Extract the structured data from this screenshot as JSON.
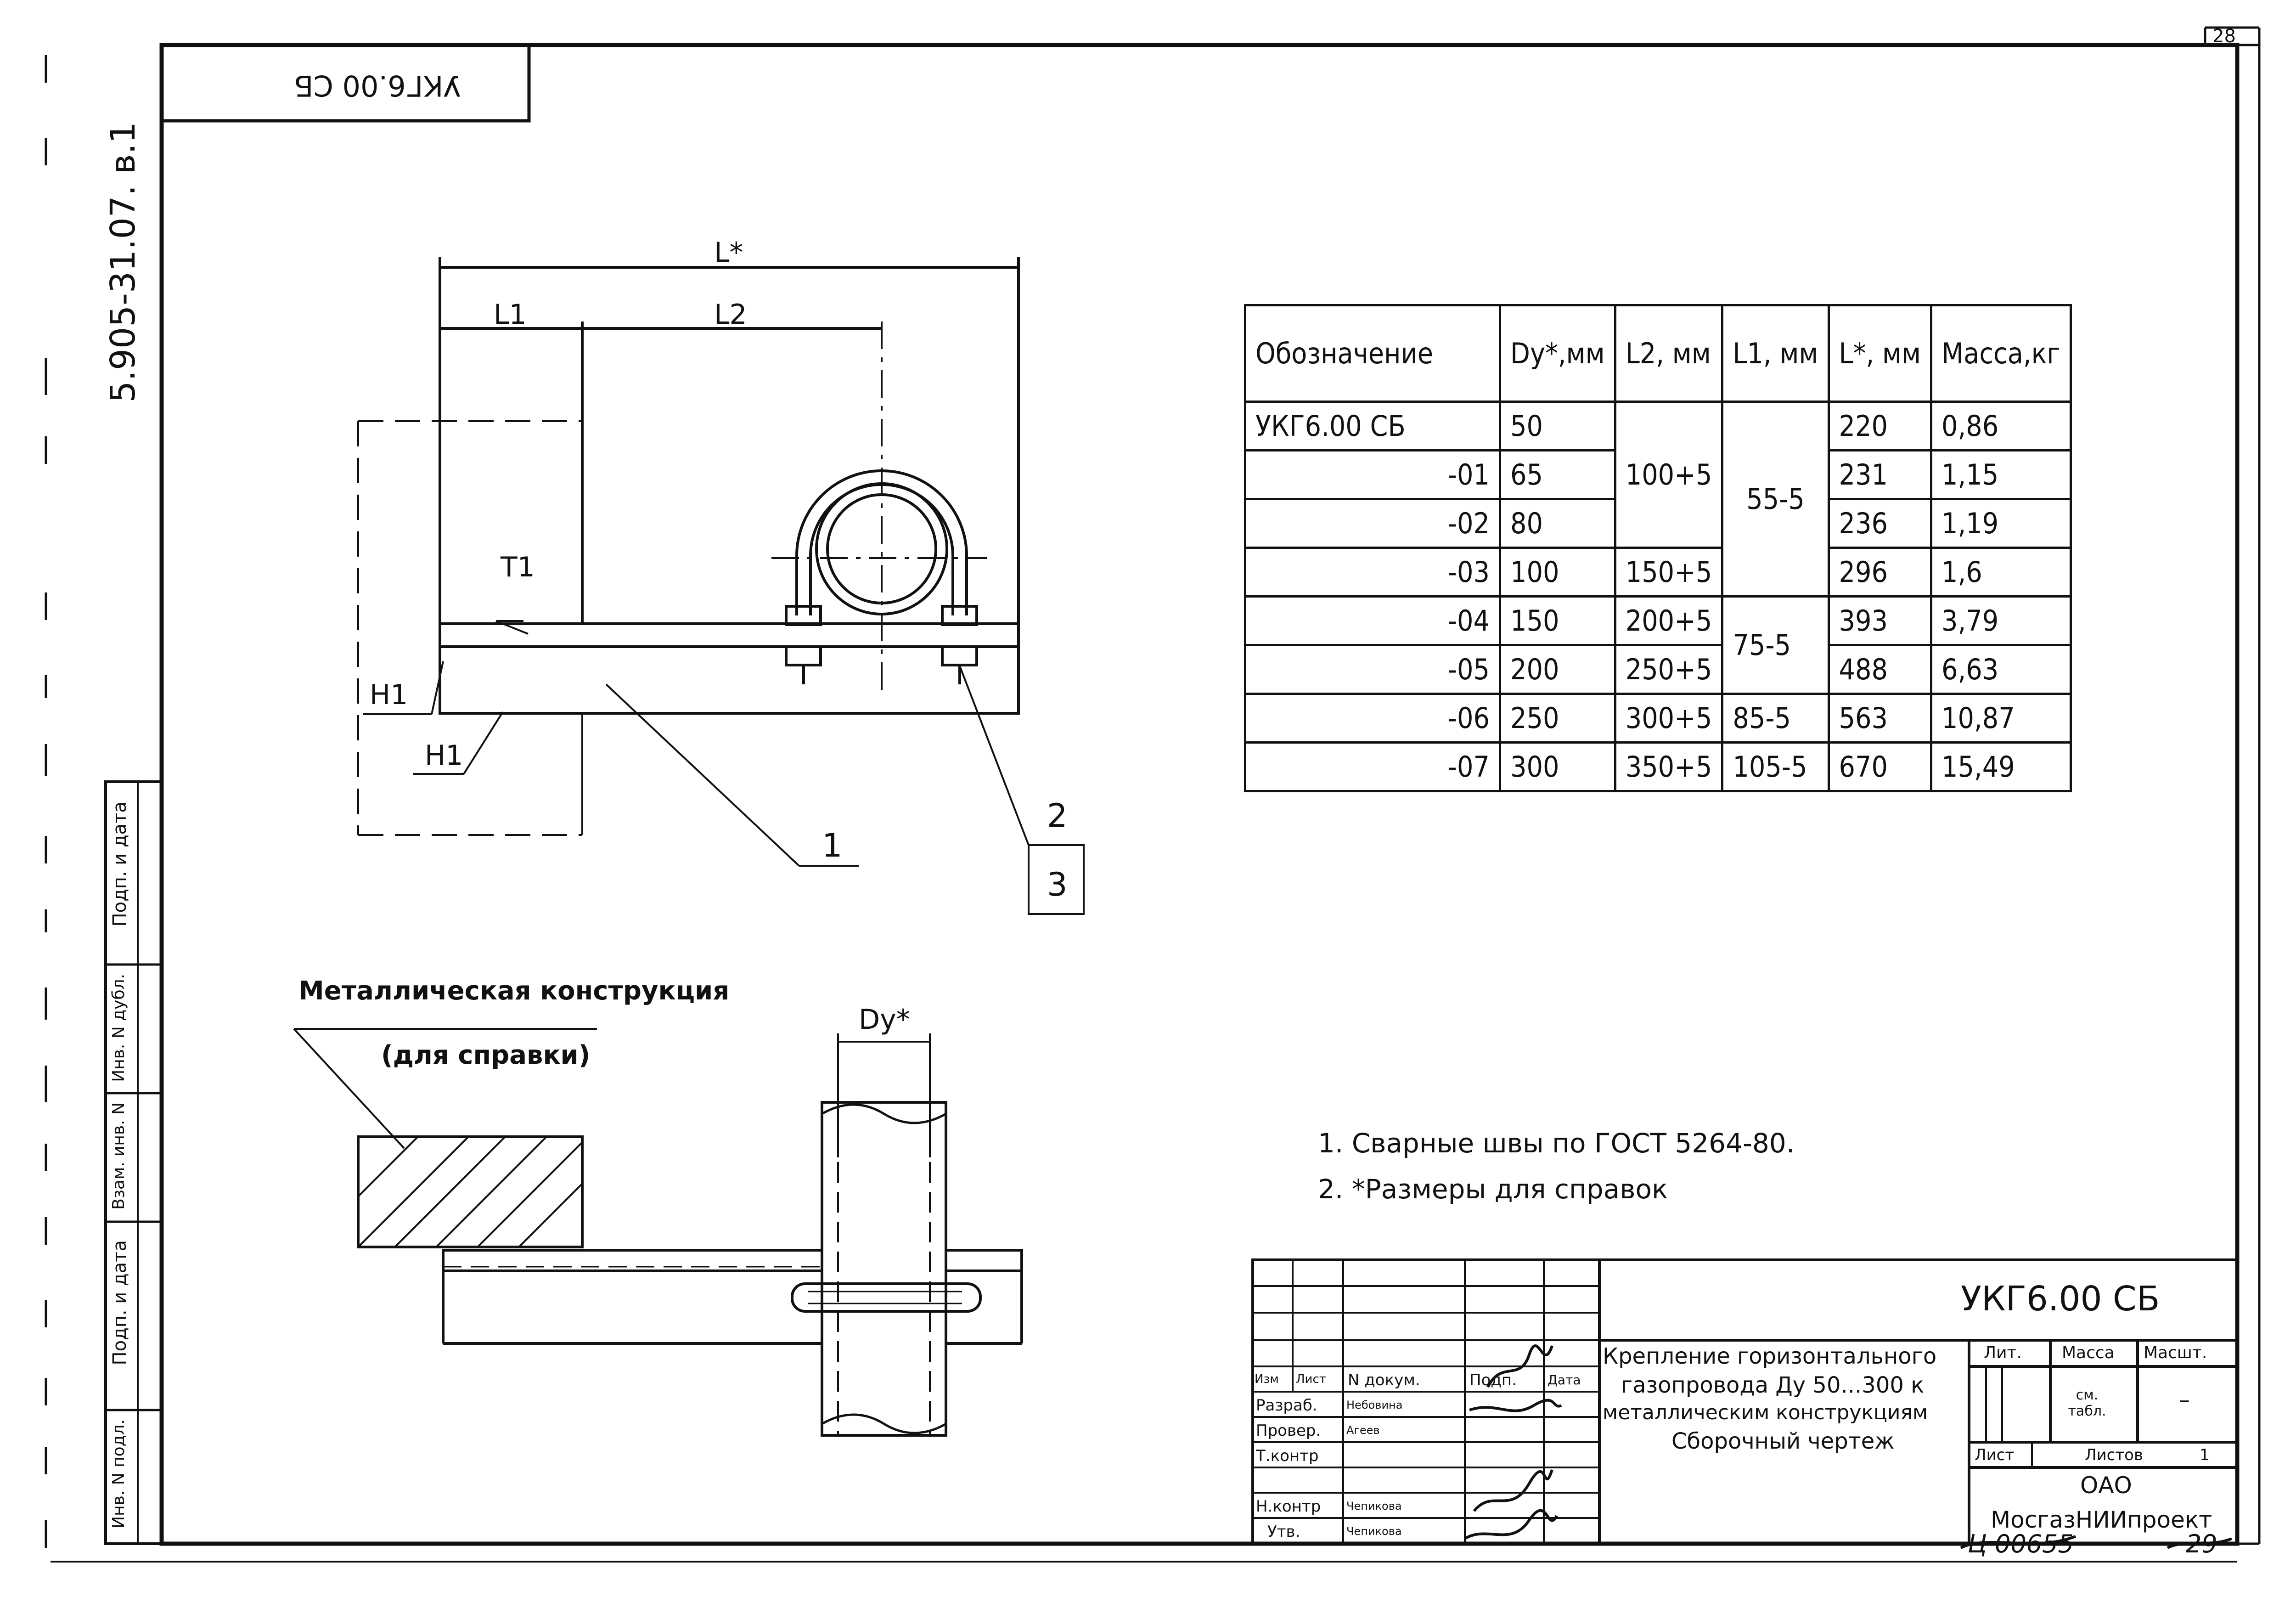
{
  "sheet_number": "28",
  "stamp_code_rotated": "УКГ6.00 СБ",
  "side_code": "5.905-31.07. в.1",
  "side_labels": [
    "Подп. и дата",
    "Инв. N дубл.",
    "Взам. инв. N",
    "Подп. и дата",
    "Инв. N подл."
  ],
  "drawing_labels": {
    "L_star": "L*",
    "L1": "L1",
    "L2": "L2",
    "T1": "T1",
    "H1_a": "H1",
    "H1_b": "H1",
    "pos1": "1",
    "pos2": "2",
    "pos3": "3",
    "Dy": "Dy*",
    "metal_structure": "Металлическая конструкция",
    "for_reference": "(для справки)"
  },
  "table": {
    "headers": [
      "Обозначение",
      "Dy*,мм",
      "L2, мм",
      "L1, мм",
      "L*, мм",
      "Масса,кг"
    ],
    "rows": [
      [
        "УКГ6.00 СБ",
        "50",
        "",
        "",
        "220",
        "0,86"
      ],
      [
        "-01",
        "65",
        "100+5",
        "55-5",
        "231",
        "1,15"
      ],
      [
        "-02",
        "80",
        "",
        "",
        "236",
        "1,19"
      ],
      [
        "-03",
        "100",
        "150+5",
        "",
        "296",
        "1,6"
      ],
      [
        "-04",
        "150",
        "200+5",
        "75-5",
        "393",
        "3,79"
      ],
      [
        "-05",
        "200",
        "250+5",
        "",
        "488",
        "6,63"
      ],
      [
        "-06",
        "250",
        "300+5",
        "85-5",
        "563",
        "10,87"
      ],
      [
        "-07",
        "300",
        "350+5",
        "105-5",
        "670",
        "15,49"
      ]
    ]
  },
  "notes": [
    "1. Сварные швы по ГОСТ 5264-80.",
    "2. *Размеры для справок"
  ],
  "title_block": {
    "code": "УКГ6.00 СБ",
    "title_lines": [
      "Крепление горизонтального",
      "газопровода Ду 50...300 к",
      "металлическим конструкциям",
      "Сборочный чертеж"
    ],
    "col_headers": [
      "Изм",
      "Лист",
      "N докум.",
      "Подп.",
      "Дата"
    ],
    "roles": [
      "Разраб.",
      "Провер.",
      "Т.контр",
      "",
      "Н.контр",
      "Утв."
    ],
    "names": [
      "Небовина",
      "Агеев",
      "",
      "",
      "Чепикова",
      "Чепикова"
    ],
    "lit_label": "Лит.",
    "mass_label": "Масса",
    "scale_label": "Масшт.",
    "mass_value": "см. табл.",
    "scale_value": "–",
    "sheet_label": "Лист",
    "sheets_label": "Листов",
    "sheets_value": "1",
    "org_line1": "ОАО",
    "org_line2": "МосгазНИИпроект",
    "inventory": "Ц 00655",
    "inventory_suffix": "29"
  }
}
